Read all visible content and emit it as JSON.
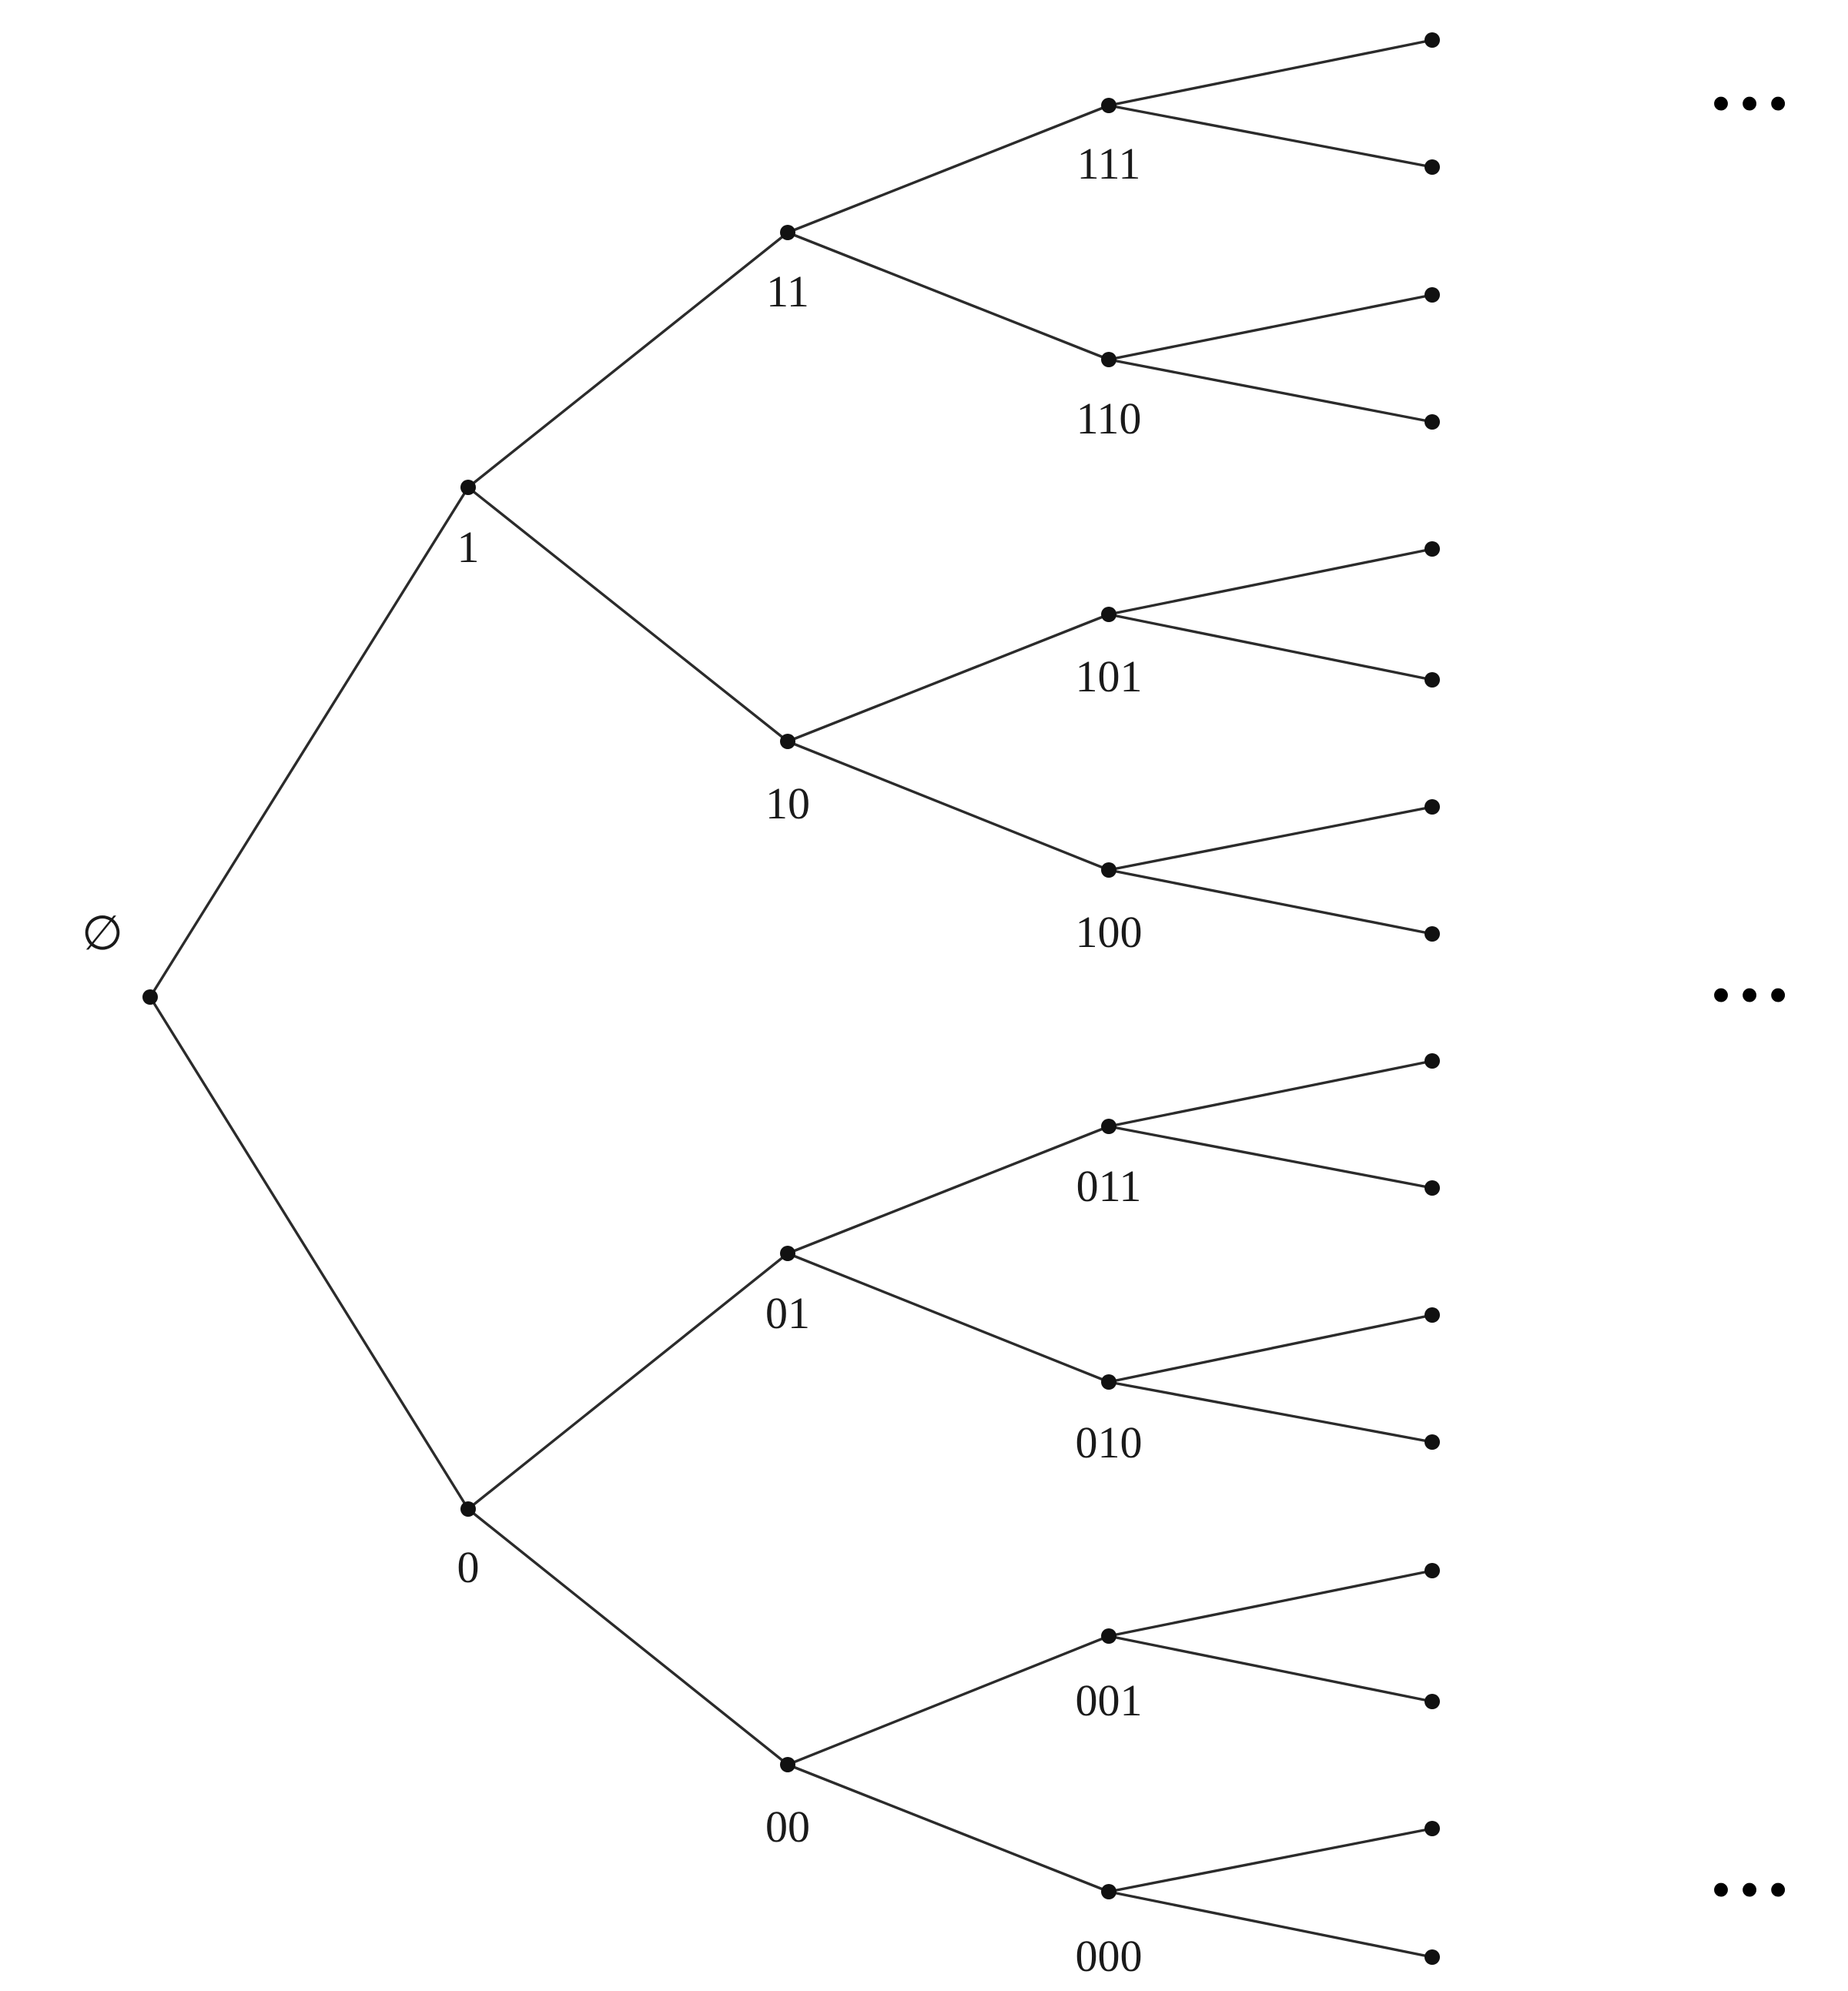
{
  "tree": {
    "root": {
      "label": "∅"
    },
    "level1": [
      {
        "label": "1"
      },
      {
        "label": "0"
      }
    ],
    "level2": [
      {
        "label": "11"
      },
      {
        "label": "10"
      },
      {
        "label": "01"
      },
      {
        "label": "00"
      }
    ],
    "level3": [
      {
        "label": "111"
      },
      {
        "label": "110"
      },
      {
        "label": "101"
      },
      {
        "label": "100"
      },
      {
        "label": "011"
      },
      {
        "label": "010"
      },
      {
        "label": "001"
      },
      {
        "label": "000"
      }
    ],
    "leaf_count": 16
  },
  "ellipses": [
    "…",
    "…",
    "…"
  ]
}
